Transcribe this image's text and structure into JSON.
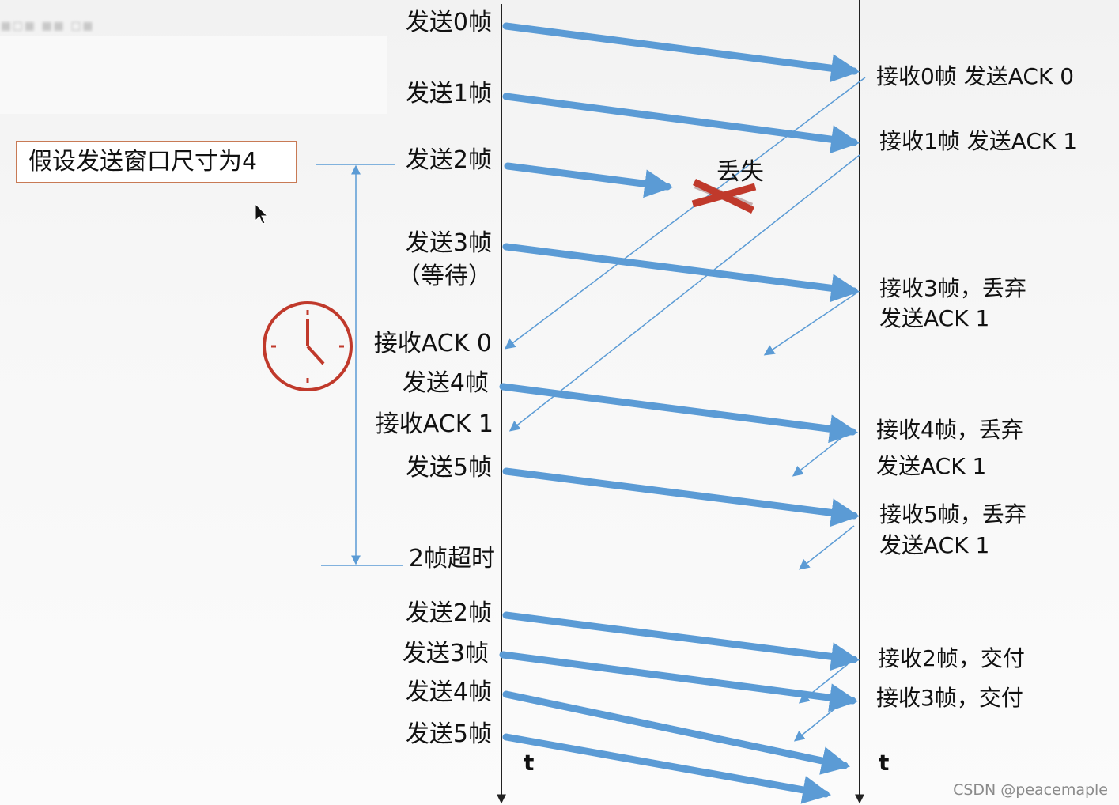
{
  "box_label": "假设发送窗口尺寸为4",
  "loss_label": "丢失",
  "time_label_sender": "t",
  "time_label_receiver": "t",
  "watermark": "CSDN @peacemaple",
  "sender_labels": [
    "发送0帧",
    "发送1帧",
    "发送2帧",
    "发送3帧",
    "（等待）",
    "接收ACK 0",
    "发送4帧",
    "接收ACK 1",
    "发送5帧",
    "2帧超时",
    "发送2帧",
    "发送3帧",
    "发送4帧",
    "发送5帧"
  ],
  "receiver_labels": [
    "接收0帧 发送ACK 0",
    "接收1帧 发送ACK 1",
    "接收3帧，丢弃",
    "发送ACK 1",
    "接收4帧，丢弃",
    "发送ACK 1",
    "接收5帧，丢弃",
    "发送ACK 1",
    "接收2帧，交付",
    "接收3帧，交付"
  ],
  "colors": {
    "frame_arrow": "#5b9bd5",
    "ack_arrow": "#5b9bd5",
    "timeline": "#222222",
    "loss_mark": "#c0392b",
    "clock": "#c0392b",
    "box_border": "#c87a55"
  },
  "icons": [
    "clock-icon",
    "cursor-icon",
    "loss-x-icon"
  ]
}
